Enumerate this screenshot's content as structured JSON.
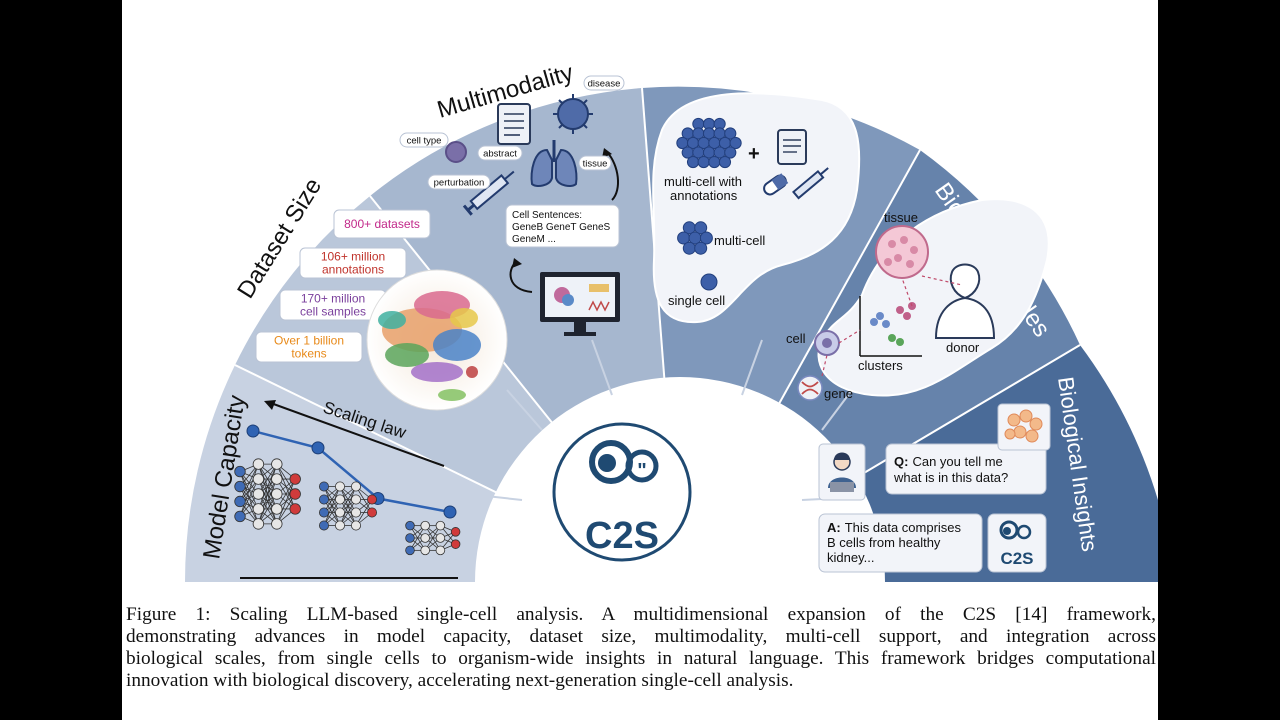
{
  "sectors": {
    "model_capacity": {
      "title": "Model Capacity",
      "scaling_label": "Scaling law"
    },
    "dataset_size": {
      "title": "Dataset Size",
      "badges": [
        {
          "text": [
            "800+ datasets"
          ],
          "color": "#c2298a"
        },
        {
          "text": [
            "106+ million",
            "annotations"
          ],
          "color": "#c0332b"
        },
        {
          "text": [
            "170+ million",
            "cell samples"
          ],
          "color": "#7a3f9c"
        },
        {
          "text": [
            "Over 1 billion",
            "tokens"
          ],
          "color": "#e88a1a"
        }
      ]
    },
    "multimodality": {
      "title": "Multimodality",
      "labels": {
        "disease": "disease",
        "cell_type": "cell type",
        "abstract": "abstract",
        "tissue": "tissue",
        "perturbation": "perturbation"
      },
      "cell_sentence": [
        "Cell Sentences:",
        "GeneB GeneT GeneS",
        "GeneM ..."
      ]
    },
    "context_diversity": {
      "title": "Context Diversity",
      "multi_cell_annotations": [
        "multi-cell with",
        "annotations"
      ],
      "multi_cell": "multi-cell",
      "single_cell": "single cell",
      "plus": "+"
    },
    "biological_scales": {
      "title": "Biological Scales",
      "labels": {
        "tissue": "tissue",
        "cell": "cell",
        "clusters": "clusters",
        "donor": "donor",
        "gene": "gene"
      }
    },
    "biological_insights": {
      "title": "Biological Insights",
      "question_prefix": "Q:",
      "question": [
        "Can you tell me",
        "what is in this data?"
      ],
      "answer_prefix": "A:",
      "answer": [
        "This data comprises",
        "B cells from healthy",
        "kidney..."
      ]
    }
  },
  "logo": {
    "text": "C2S",
    "small_text": "C2S",
    "color": "#1f4a72"
  },
  "colors": {
    "sector_light": "#c5cfe0",
    "sector_mid": "#9db0cc",
    "sector_dark": "#5c7ba3",
    "sector_darkest": "#3f6290"
  },
  "scaling_points": [
    {
      "capacity": 1,
      "value": 4
    },
    {
      "capacity": 2,
      "value": 3.5
    },
    {
      "capacity": 3,
      "value": 2
    },
    {
      "capacity": 4,
      "value": 1.6
    }
  ],
  "caption_lines": [
    "Figure 1:  Scaling LLM-based single-cell analysis.  A multidimensional expansion of the C2S [14] framework,",
    "demonstrating advances in model capacity, dataset size, multimodality, multi-cell support, and integration across",
    "biological scales, from single cells to organism-wide insights in natural language. This framework bridges computational",
    "innovation with biological discovery, accelerating next-generation single-cell analysis."
  ]
}
